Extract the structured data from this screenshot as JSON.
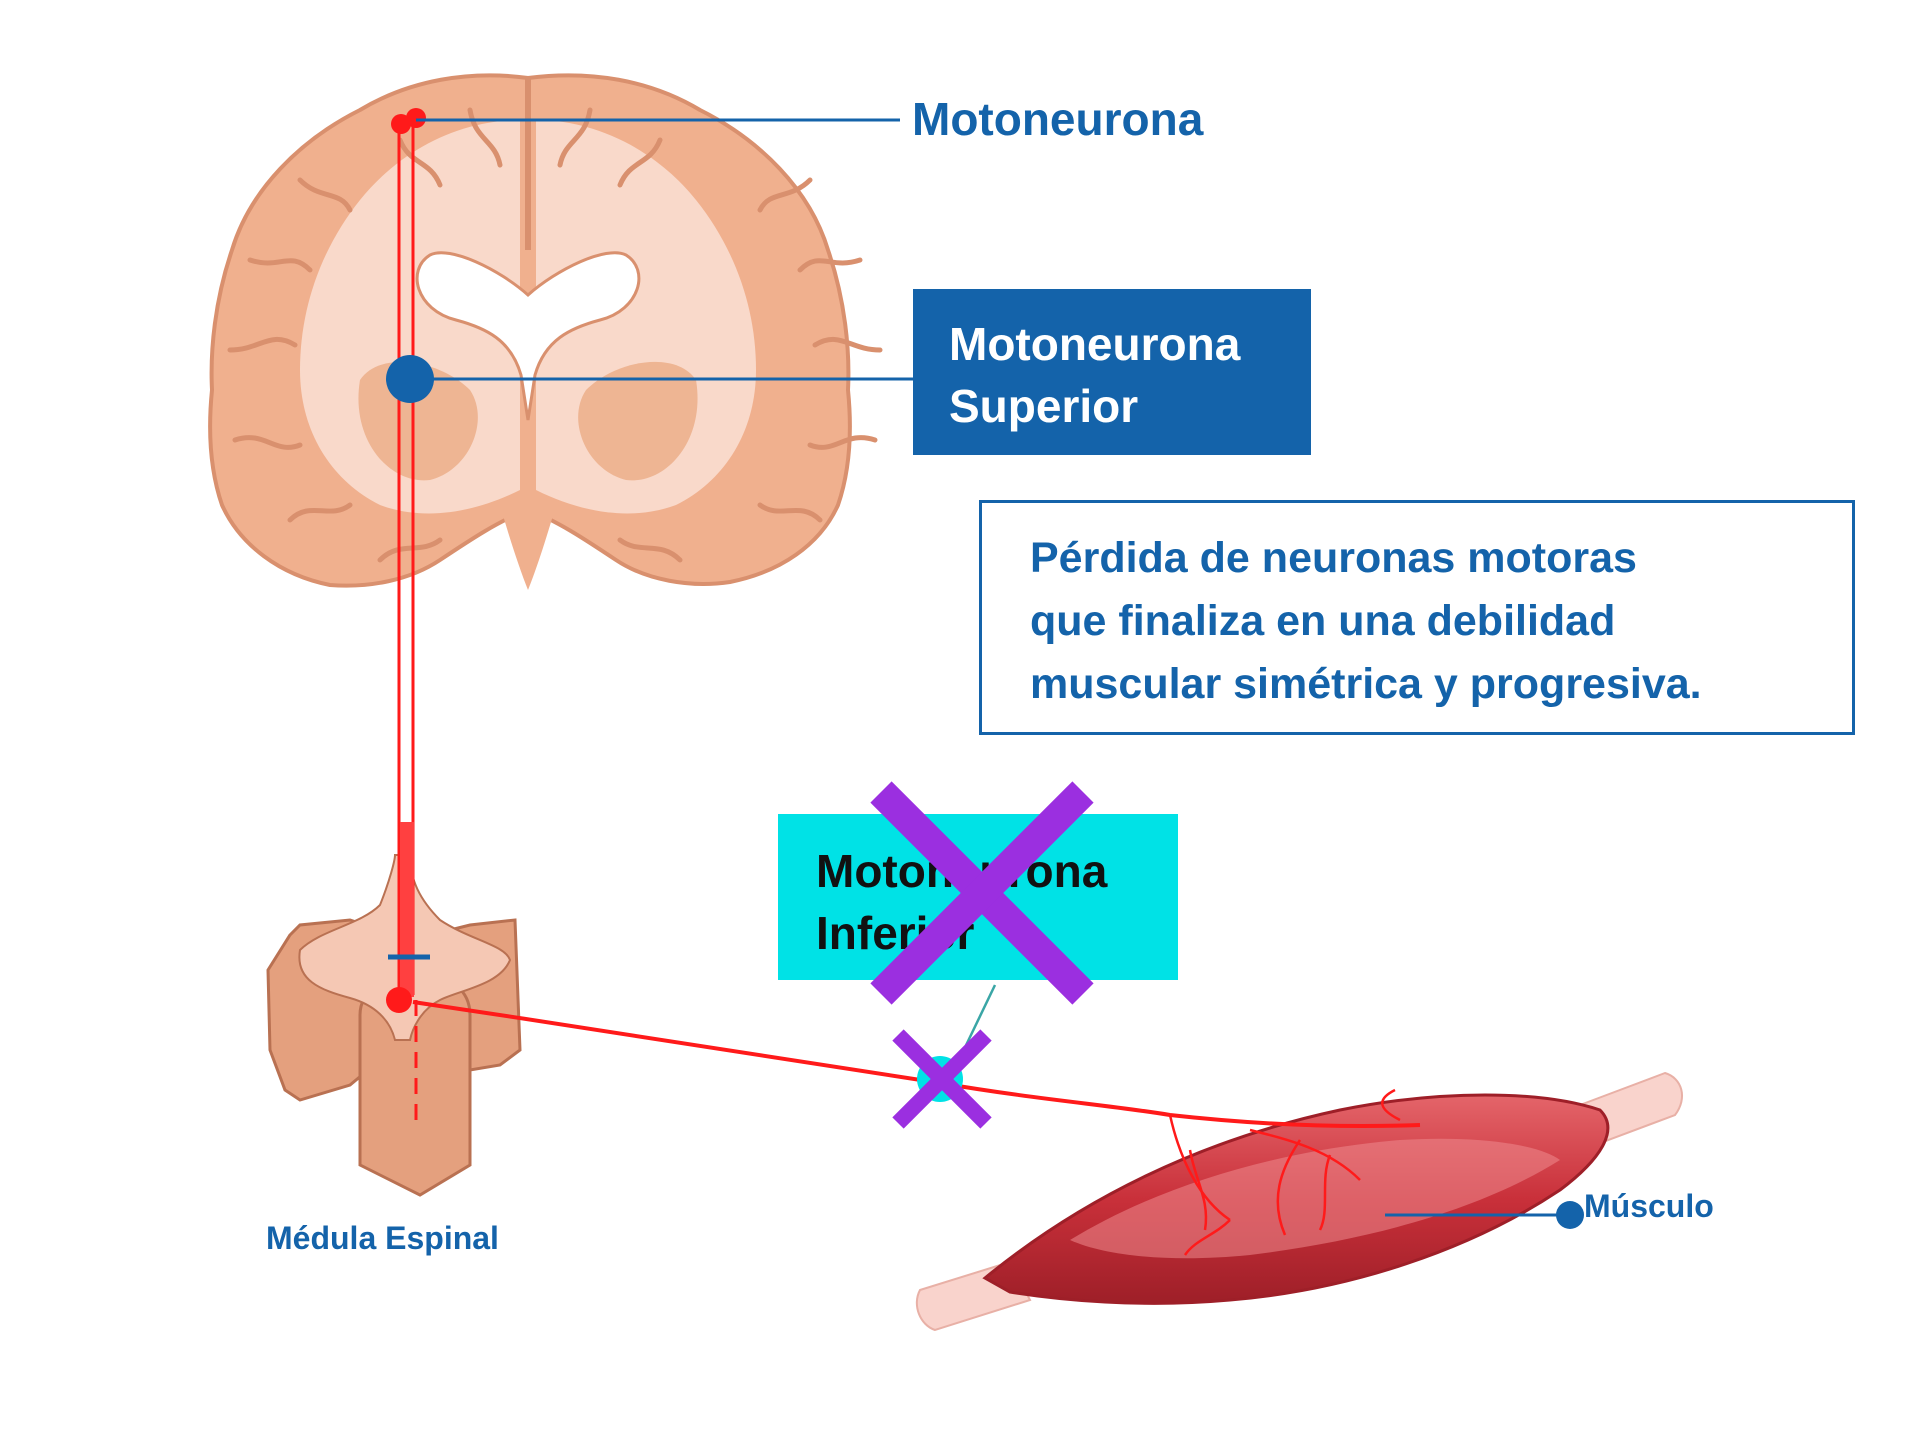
{
  "labels": {
    "motoneurona": "Motoneurona",
    "superior_line1": "Motoneurona",
    "superior_line2": "Superior",
    "description_lines": [
      "Pérdida de neuronas motoras",
      "que finaliza en una debilidad",
      "muscular simétrica y progresiva."
    ],
    "inferior_line1": "Motoneurona",
    "inferior_line2": "Inferior",
    "medula": "Médula Espinal",
    "musculo": "Músculo"
  },
  "colors": {
    "label_blue": "#1463aa",
    "inferior_box": "#00e2e6",
    "pathway_red": "#ff1a1a",
    "cross_purple": "#9b2fe0",
    "brain_tissue": "#f0b08e",
    "brain_light": "#f9d9ca",
    "muscle_red": "#c9303a"
  },
  "icons": {
    "cross": "x-mark-icon"
  }
}
